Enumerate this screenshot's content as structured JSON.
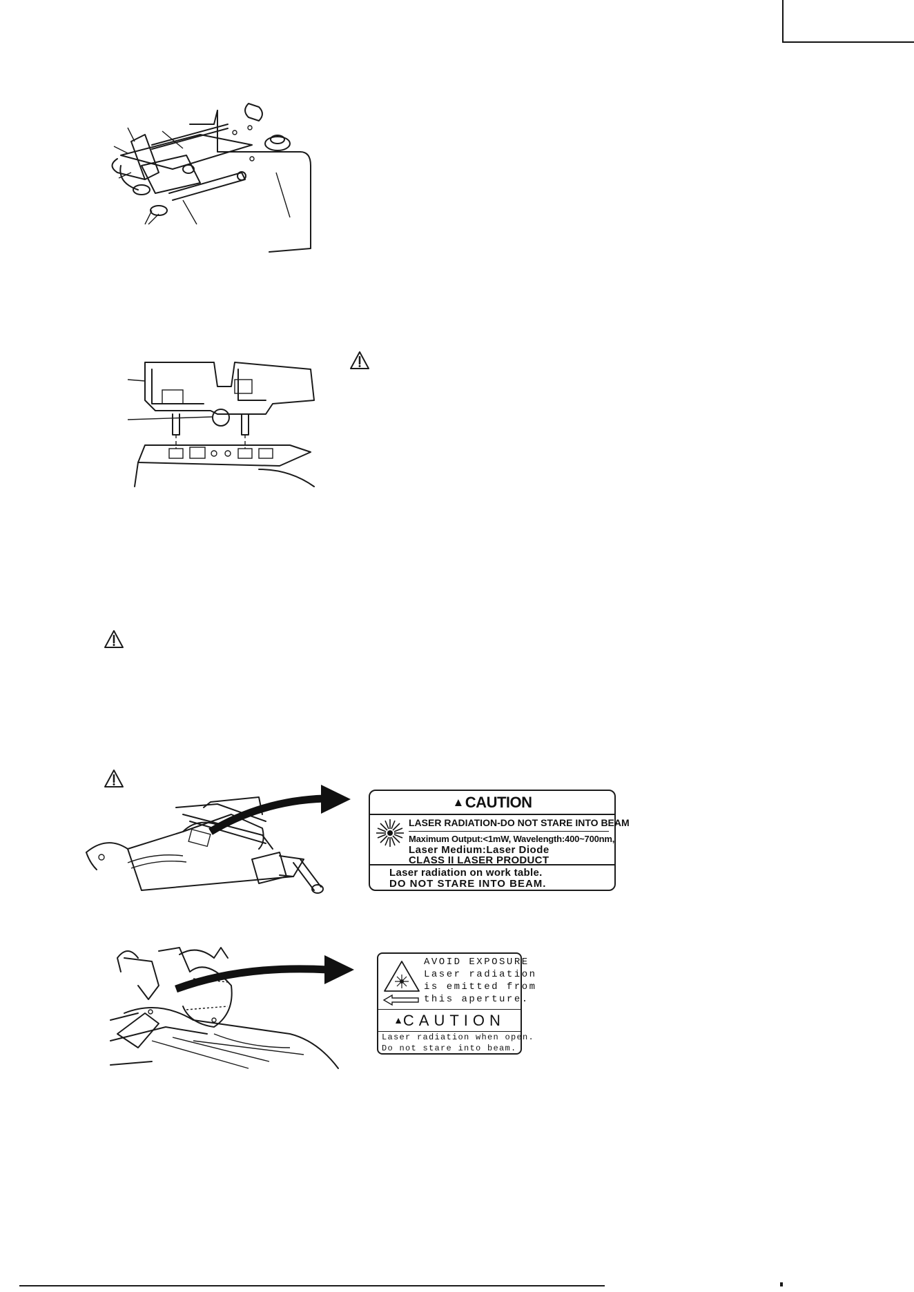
{
  "label_caution_1": {
    "heading": "CAUTION",
    "line1": "LASER RADIATION-DO NOT STARE INTO BEAM",
    "line2": "Maximum Output:<1mW, Wavelength:400~700nm,",
    "line3": "Laser Medium:Laser Diode",
    "line4": "CLASS II LASER PRODUCT",
    "line5": "Laser radiation on work table.",
    "line6": "DO NOT STARE INTO BEAM."
  },
  "label_caution_2": {
    "line1": "AVOID EXPOSURE",
    "line2": "Laser radiation",
    "line3": "is emitted from",
    "line4": "this aperture.",
    "heading": "CAUTION",
    "line5": "Laser radiation when open.",
    "line6": "Do not stare into beam."
  },
  "icons": [
    "warning-triangle-icon",
    "laser-burst-icon",
    "arrow-right-icon"
  ]
}
